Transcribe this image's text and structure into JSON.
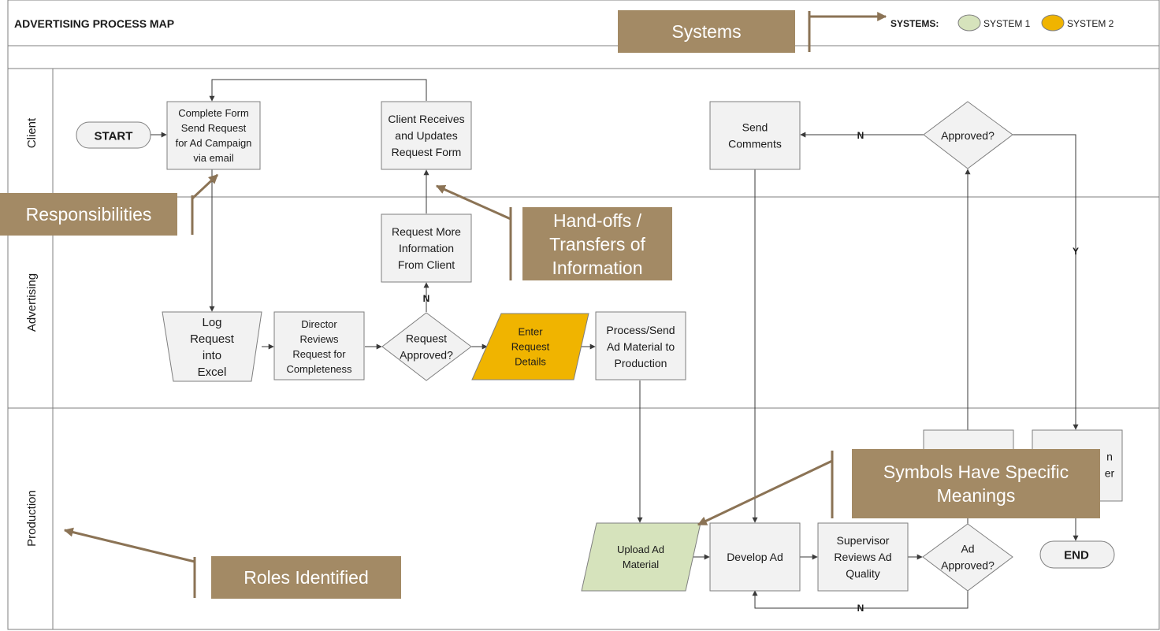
{
  "title": "ADVERTISING PROCESS MAP",
  "legend": {
    "label": "SYSTEMS:",
    "items": [
      {
        "label": "SYSTEM 1",
        "color": "#d6e3bc"
      },
      {
        "label": "SYSTEM 2",
        "color": "#f0b400"
      }
    ]
  },
  "lanes": [
    "Client",
    "Advertising",
    "Production"
  ],
  "nodes": {
    "start": "START",
    "complete_form": "Complete Form\nSend Request\nfor Ad Campaign\nvia email",
    "client_receives": "Client Receives\nand Updates\nRequest Form",
    "send_comments": "Send\nComments",
    "approved": "Approved?",
    "request_more": "Request More\nInformation\nFrom Client",
    "log_request": "Log\nRequest\ninto\nExcel",
    "director_reviews": "Director\nReviews\nRequest for\nCompleteness",
    "request_approved": "Request\nApproved?",
    "enter_details": "Enter\nRequest\nDetails",
    "process_send": "Process/Send\nAd Material to\nProduction",
    "upload_ad": "Upload Ad\nMaterial",
    "develop_ad": "Develop Ad",
    "supervisor_reviews": "Supervisor\nReviews Ad\nQuality",
    "ad_approved": "Ad\nApproved?",
    "end": "END",
    "partial_right": "n\ner"
  },
  "edge_labels": {
    "n": "N",
    "y": "Y"
  },
  "callouts": {
    "systems": "Systems",
    "responsibilities": "Responsibilities",
    "handoffs": "Hand-offs /\nTransfers of\nInformation",
    "symbols": "Symbols Have Specific\nMeanings",
    "roles": "Roles Identified"
  },
  "colors": {
    "process_fill": "#f2f2f2",
    "border": "#7f7f7f",
    "system1": "#d6e3bc",
    "system2": "#f0b400",
    "callout": "#a38a65",
    "callout_line": "#8b7355"
  }
}
